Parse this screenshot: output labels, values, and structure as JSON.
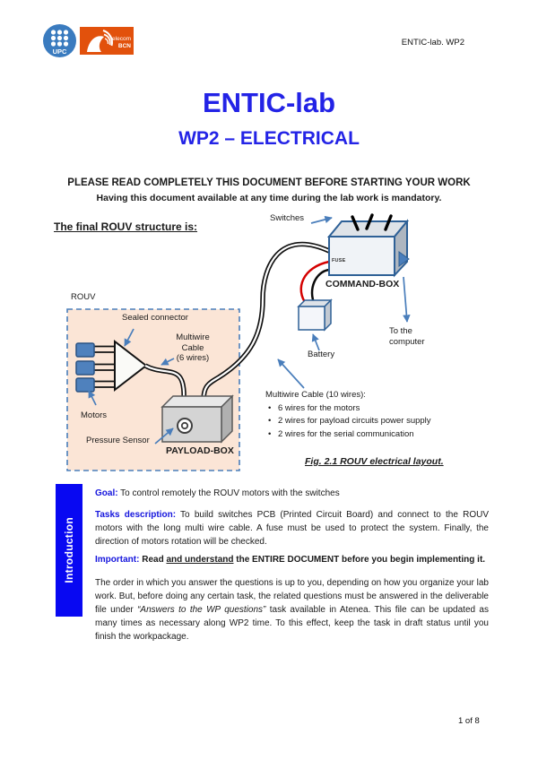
{
  "colors": {
    "title-blue": "#2323e6",
    "keyword-blue": "#1515dd",
    "sidebar-blue": "#0808f2",
    "diagram-blue": "#4a7ebb",
    "rouv-fill": "#fbe5d6",
    "wire-red": "#d40000",
    "upc-blue": "#3a7bbf",
    "telecom-orange": "#e2510c"
  },
  "header": {
    "doc_ref": "ENTIC-lab. WP2",
    "logos": {
      "upc_label": "UPC",
      "telecom_line1": "telecom",
      "telecom_line2": "BCN"
    }
  },
  "title": {
    "main": "ENTIC-lab",
    "subtitle": "WP2 – ELECTRICAL"
  },
  "notice": {
    "line1": "PLEASE READ COMPLETELY THIS DOCUMENT BEFORE STARTING YOUR WORK",
    "line2": "Having this document available at any time during the lab work is mandatory."
  },
  "section_heading": "The final ROUV structure is:",
  "diagram": {
    "labels": {
      "switches": "Switches",
      "command_box": "COMMAND-BOX",
      "fuse": "FUSE",
      "battery": "Battery",
      "to_computer_line1": "To the",
      "to_computer_line2": "computer",
      "rouv": "ROUV",
      "sealed_connector": "Sealed connector",
      "multiwire6_line1": "Multiwire",
      "multiwire6_line2": "Cable",
      "multiwire6_line3": "(6 wires)",
      "motors": "Motors",
      "pressure_sensor": "Pressure Sensor",
      "payload_box": "PAYLOAD-BOX"
    },
    "multiwire10": {
      "title": "Multiwire Cable (10 wires):",
      "items": [
        "6 wires for the motors",
        "2 wires for payload circuits power supply",
        "2 wires for the serial communication"
      ]
    },
    "caption": "Fig. 2.1 ROUV electrical layout."
  },
  "introduction": {
    "sidebar_label": "Introduction",
    "goal_label": "Goal:",
    "goal_text": " To control remotely the ROUV motors with the switches",
    "tasks_label": "Tasks description:",
    "tasks_text": " To build switches PCB (Printed Circuit Board) and connect to the ROUV motors with the long multi wire cable. A fuse must be used to protect the system. Finally, the direction of motors rotation will be checked.",
    "important_label": "Important:",
    "important_pre": " Read ",
    "important_underline": "and understand",
    "important_post": " the ENTIRE DOCUMENT before you begin implementing it.",
    "order_pre": "The order in which you answer the questions is up to you, depending on how you organize your lab work. But, before doing any certain task, the related questions must be answered in the deliverable file under ",
    "order_italic": "“Answers to the WP questions”",
    "order_post": " task available in Atenea. This file can be updated as many times as necessary along WP2 time. To this effect, keep the task in draft status until you finish the workpackage."
  },
  "footer": {
    "page_indicator": "1 of 8"
  }
}
